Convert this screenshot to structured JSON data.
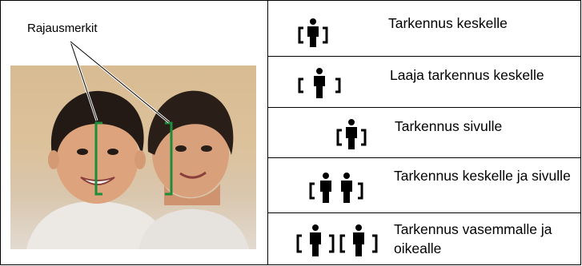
{
  "callout": {
    "label": "Rajausmerkit"
  },
  "rows": [
    {
      "label": "Tarkennus keskelle",
      "icon": "bracketed-person-icon"
    },
    {
      "label": "Laaja tarkennus keskelle",
      "icon": "wide-bracketed-person-icon"
    },
    {
      "label": "Tarkennus sivulle",
      "icon": "side-bracketed-person-icon"
    },
    {
      "label": "Tarkennus keskelle ja sivulle",
      "icon": "two-persons-bracketed-icon"
    },
    {
      "label": "Tarkennus vasemmalle ja oikealle",
      "icon": "left-right-bracketed-persons-icon"
    }
  ]
}
